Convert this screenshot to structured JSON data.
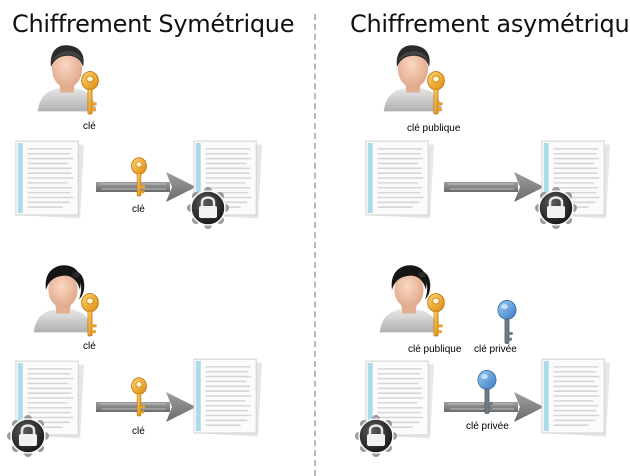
{
  "sections": {
    "symmetric": {
      "title": "Chiffrement Symétrique",
      "top_label": "clé",
      "top_arrow_label": "clé",
      "bottom_label": "clé",
      "bottom_arrow_label": "clé"
    },
    "asymmetric": {
      "title": "Chiffrement asymétrique",
      "top_label": "clé publique",
      "bottom_public_label": "clé publique",
      "bottom_private_label": "clé privée",
      "bottom_arrow_label": "clé privée"
    }
  },
  "icons": {
    "male_user": "man-avatar-icon",
    "female_user": "woman-avatar-icon",
    "public_key": "gold-key-icon",
    "private_key": "blue-key-icon",
    "document": "document-icon",
    "lock": "padlock-icon",
    "arrow": "arrow-icon"
  },
  "colors": {
    "gold_key": "#f0a830",
    "blue_key": "#5b9fd6",
    "arrow_gray": "#8a8a8a",
    "doc_stripe": "#a8dce6",
    "lock_badge": "#2a2a2a"
  }
}
